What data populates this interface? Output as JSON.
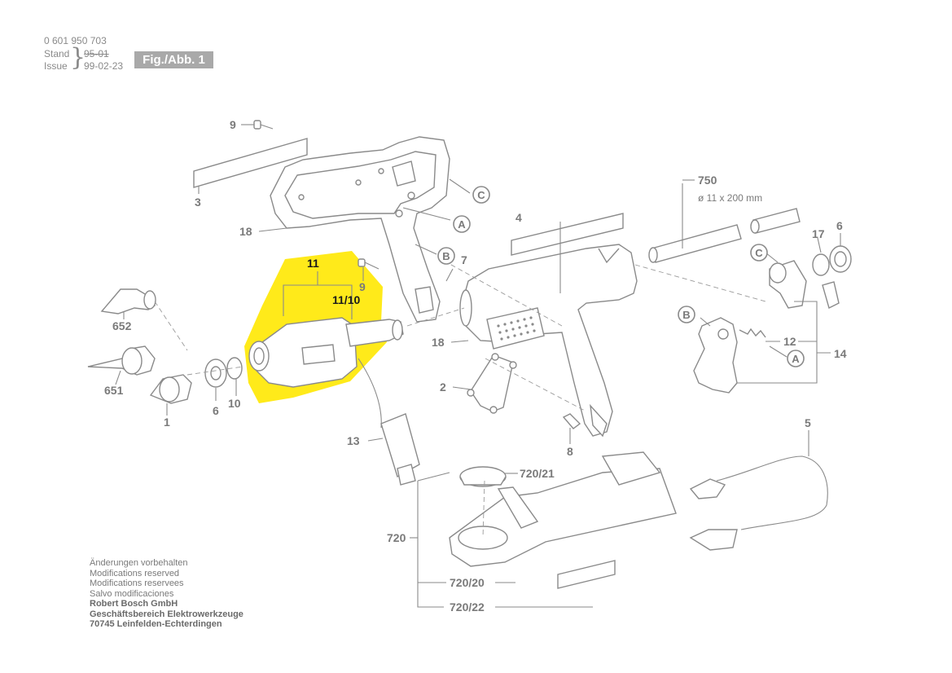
{
  "header": {
    "part_number": "0 601 950 703",
    "stand_label": "Stand",
    "issue_label": "Issue",
    "stand_value": "95-01",
    "issue_value": "99-02-23",
    "figure_badge": "Fig./Abb. 1"
  },
  "callouts": {
    "p9_top": "9",
    "p3": "3",
    "p18_top": "18",
    "circle_c_top": "C",
    "circle_a_top": "A",
    "circle_b_mid": "B",
    "p7": "7",
    "p9_mid": "9",
    "p11": "11",
    "p11_10": "11/10",
    "p4": "4",
    "p750": "750",
    "p750_spec": "ø 11 x 200 mm",
    "p17": "17",
    "p6_right": "6",
    "circle_c_right": "C",
    "circle_b_right": "B",
    "p12": "12",
    "p14": "14",
    "circle_a_right": "A",
    "p18_mid": "18",
    "p2": "2",
    "p652": "652",
    "p651": "651",
    "p1": "1",
    "p6_left": "6",
    "p10": "10",
    "p13": "13",
    "p8": "8",
    "p5": "5",
    "p720_21": "720/21",
    "p720": "720",
    "p720_20": "720/20",
    "p720_22": "720/22"
  },
  "footer": {
    "line1": "Änderungen vorbehalten",
    "line2": "Modifications reserved",
    "line3": "Modifications reservees",
    "line4": "Salvo modificaciones",
    "company": "Robert Bosch GmbH",
    "division": "Geschäftsbereich Elektrowerkzeuge",
    "address": "70745 Leinfelden-Echterdingen"
  },
  "colors": {
    "highlight": "#ffea1a",
    "line_gray": "#8a8a8a",
    "badge_gray": "#a9a9a9"
  }
}
